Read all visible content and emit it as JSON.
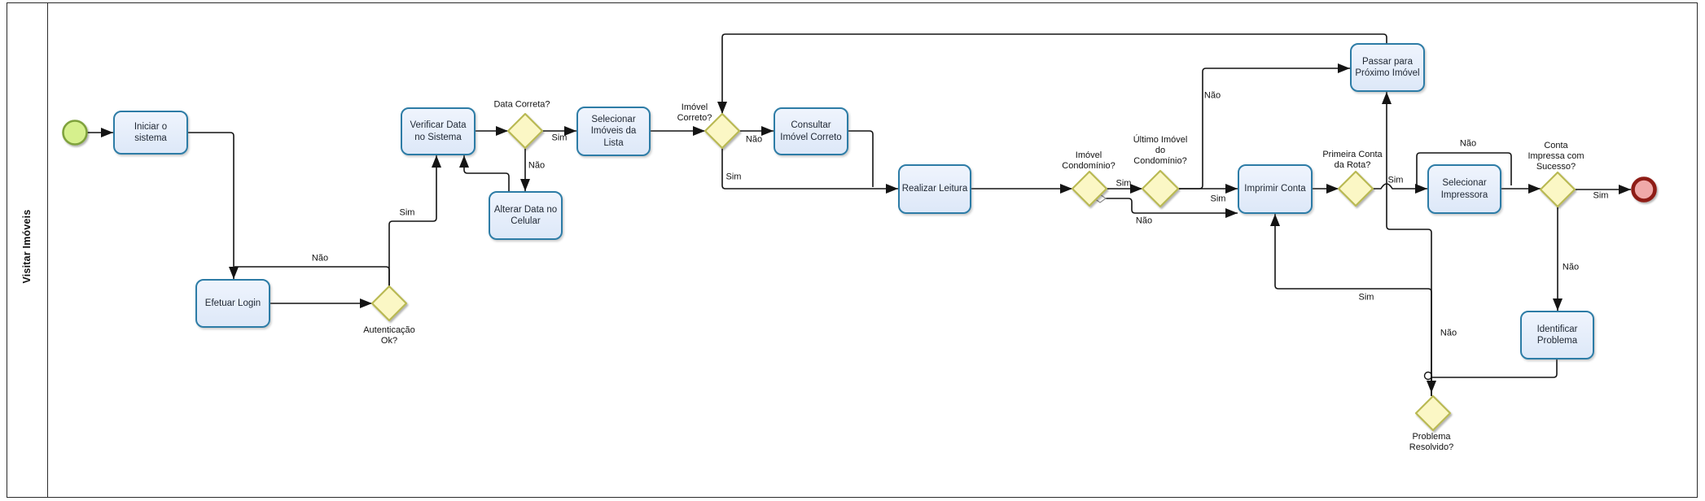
{
  "lane": {
    "title": "Visitar Imóveis"
  },
  "tasks": {
    "iniciar": "Iniciar o\nsistema",
    "efetuar": "Efetuar Login",
    "verificar": "Verificar Data\nno Sistema",
    "alterar": "Alterar Data no\nCelular",
    "selecionar_imoveis": "Selecionar\nImóveis da\nLista",
    "consultar": "Consultar\nImóvel Correto",
    "realizar": "Realizar Leitura",
    "imprimir": "Imprimir Conta",
    "passar": "Passar para\nPróximo Imóvel",
    "selecionar_impressora": "Selecionar\nImpressora",
    "identificar": "Identificar\nProblema"
  },
  "gateways": {
    "autenticacao": "Autenticação\nOk?",
    "data_correta": "Data Correta?",
    "imovel_correto": "Imóvel\nCorreto?",
    "imovel_condominio": "Imóvel\nCondomínio?",
    "ultimo_imovel": "Último Imóvel\ndo\nCondomínio?",
    "primeira_conta": "Primeira Conta\nda Rota?",
    "conta_impressa": "Conta\nImpressa com\nSucesso?",
    "problema_resolvido": "Problema\nResolvido?"
  },
  "edge_labels": {
    "autenticacao_nao": "Não",
    "autenticacao_sim": "Sim",
    "data_sim": "Sim",
    "data_nao": "Não",
    "imovel_correto_nao": "Não",
    "imovel_correto_sim": "Sim",
    "condominio_sim": "Sim",
    "condominio_nao": "Não",
    "ultimo_sim": "Sim",
    "ultimo_nao": "Não",
    "primeira_sim": "Sim",
    "primeira_nao": "Não",
    "conta_sim": "Sim",
    "conta_nao": "Não",
    "problema_sim": "Sim",
    "problema_nao": "Não"
  },
  "colors": {
    "task_border": "#2d7ca6",
    "task_fill_top": "#eff4fd",
    "task_fill_bottom": "#dde8f8",
    "gateway_fill": "#fbf7c5",
    "gateway_border": "#b9b952",
    "start_fill": "#d6f08d",
    "start_border": "#7fa23c",
    "end_fill": "#efa9a9",
    "end_border": "#8e1a12",
    "line": "#141414",
    "label": "#111111",
    "lane_border": "#2a2a2a"
  }
}
